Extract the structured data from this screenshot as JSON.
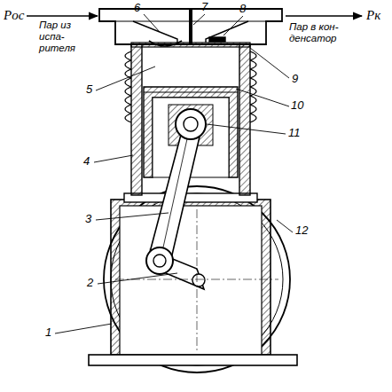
{
  "diagram": {
    "labels": [
      "Pос",
      "Пар из испа- рителя",
      "Пар в кон- денсатор",
      "Pк",
      "6",
      "7",
      "8",
      "9",
      "5",
      "10",
      "4",
      "11",
      "3",
      "12",
      "2",
      "1"
    ]
  }
}
